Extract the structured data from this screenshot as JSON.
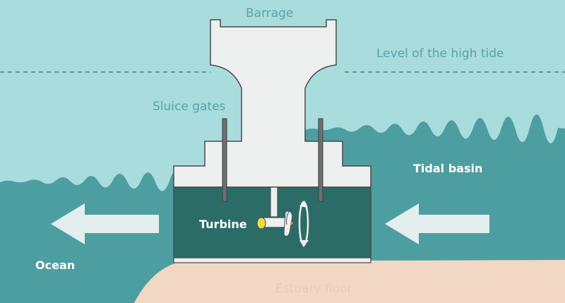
{
  "labels": {
    "barrage": "Barrage",
    "high_tide": "Level of the high tide",
    "sluice_gates": "Sluice gates",
    "tidal_basin": "Tidal basin",
    "turbine": "Turbine",
    "ocean": "Ocean",
    "estuary_floor": "Estuary floor"
  },
  "colors": {
    "sky_water": "#a9dcdc",
    "deep_water": "#4d9ea1",
    "tunnel": "#2b6c67",
    "barrage": "#eef0f0",
    "floor": "#f2d7c4",
    "arrow": "#e3eeee",
    "turbine_yellow": "#e8df3c"
  },
  "icons": {
    "flow_left": "arrow-left-icon",
    "turbine_rotor": "turbine-icon",
    "rotation": "rotation-icon"
  }
}
